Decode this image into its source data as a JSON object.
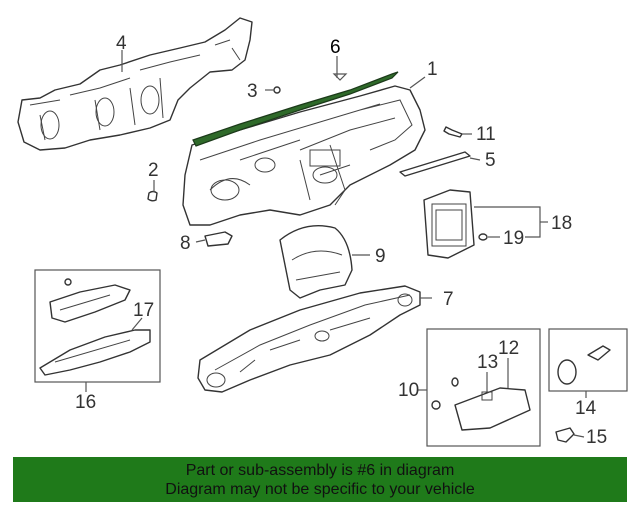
{
  "diagram": {
    "highlight_color": "#2f6a2a",
    "callouts": {
      "c1": "1",
      "c2": "2",
      "c3": "3",
      "c4": "4",
      "c5": "5",
      "c6": "6",
      "c7": "7",
      "c8": "8",
      "c9": "9",
      "c10": "10",
      "c11": "11",
      "c12": "12",
      "c13": "13",
      "c14": "14",
      "c15": "15",
      "c16": "16",
      "c17": "17",
      "c18": "18",
      "c19": "19"
    }
  },
  "banner": {
    "line1": "Part or sub-assembly is #6 in diagram",
    "line2": "Diagram may not be specific to your vehicle",
    "color": "#1f7a1a"
  }
}
